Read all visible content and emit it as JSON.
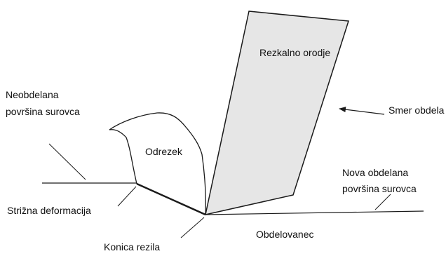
{
  "labels": {
    "tool": "Rezkalno orodje",
    "feed_direction": "Smer obdela",
    "uncut_surface_line1": "Neobdelana",
    "uncut_surface_line2": "površina surovca",
    "chip": "Odrezek",
    "new_surface_line1": "Nova obdelana",
    "new_surface_line2": "površina surovca",
    "shear_zone": "Strižna deformacija",
    "workpiece": "Obdelovanec",
    "tool_tip": "Konica rezila"
  },
  "colors": {
    "tool_fill": "#e6e6e6",
    "stroke": "#1a1a1a",
    "text": "#111111"
  }
}
